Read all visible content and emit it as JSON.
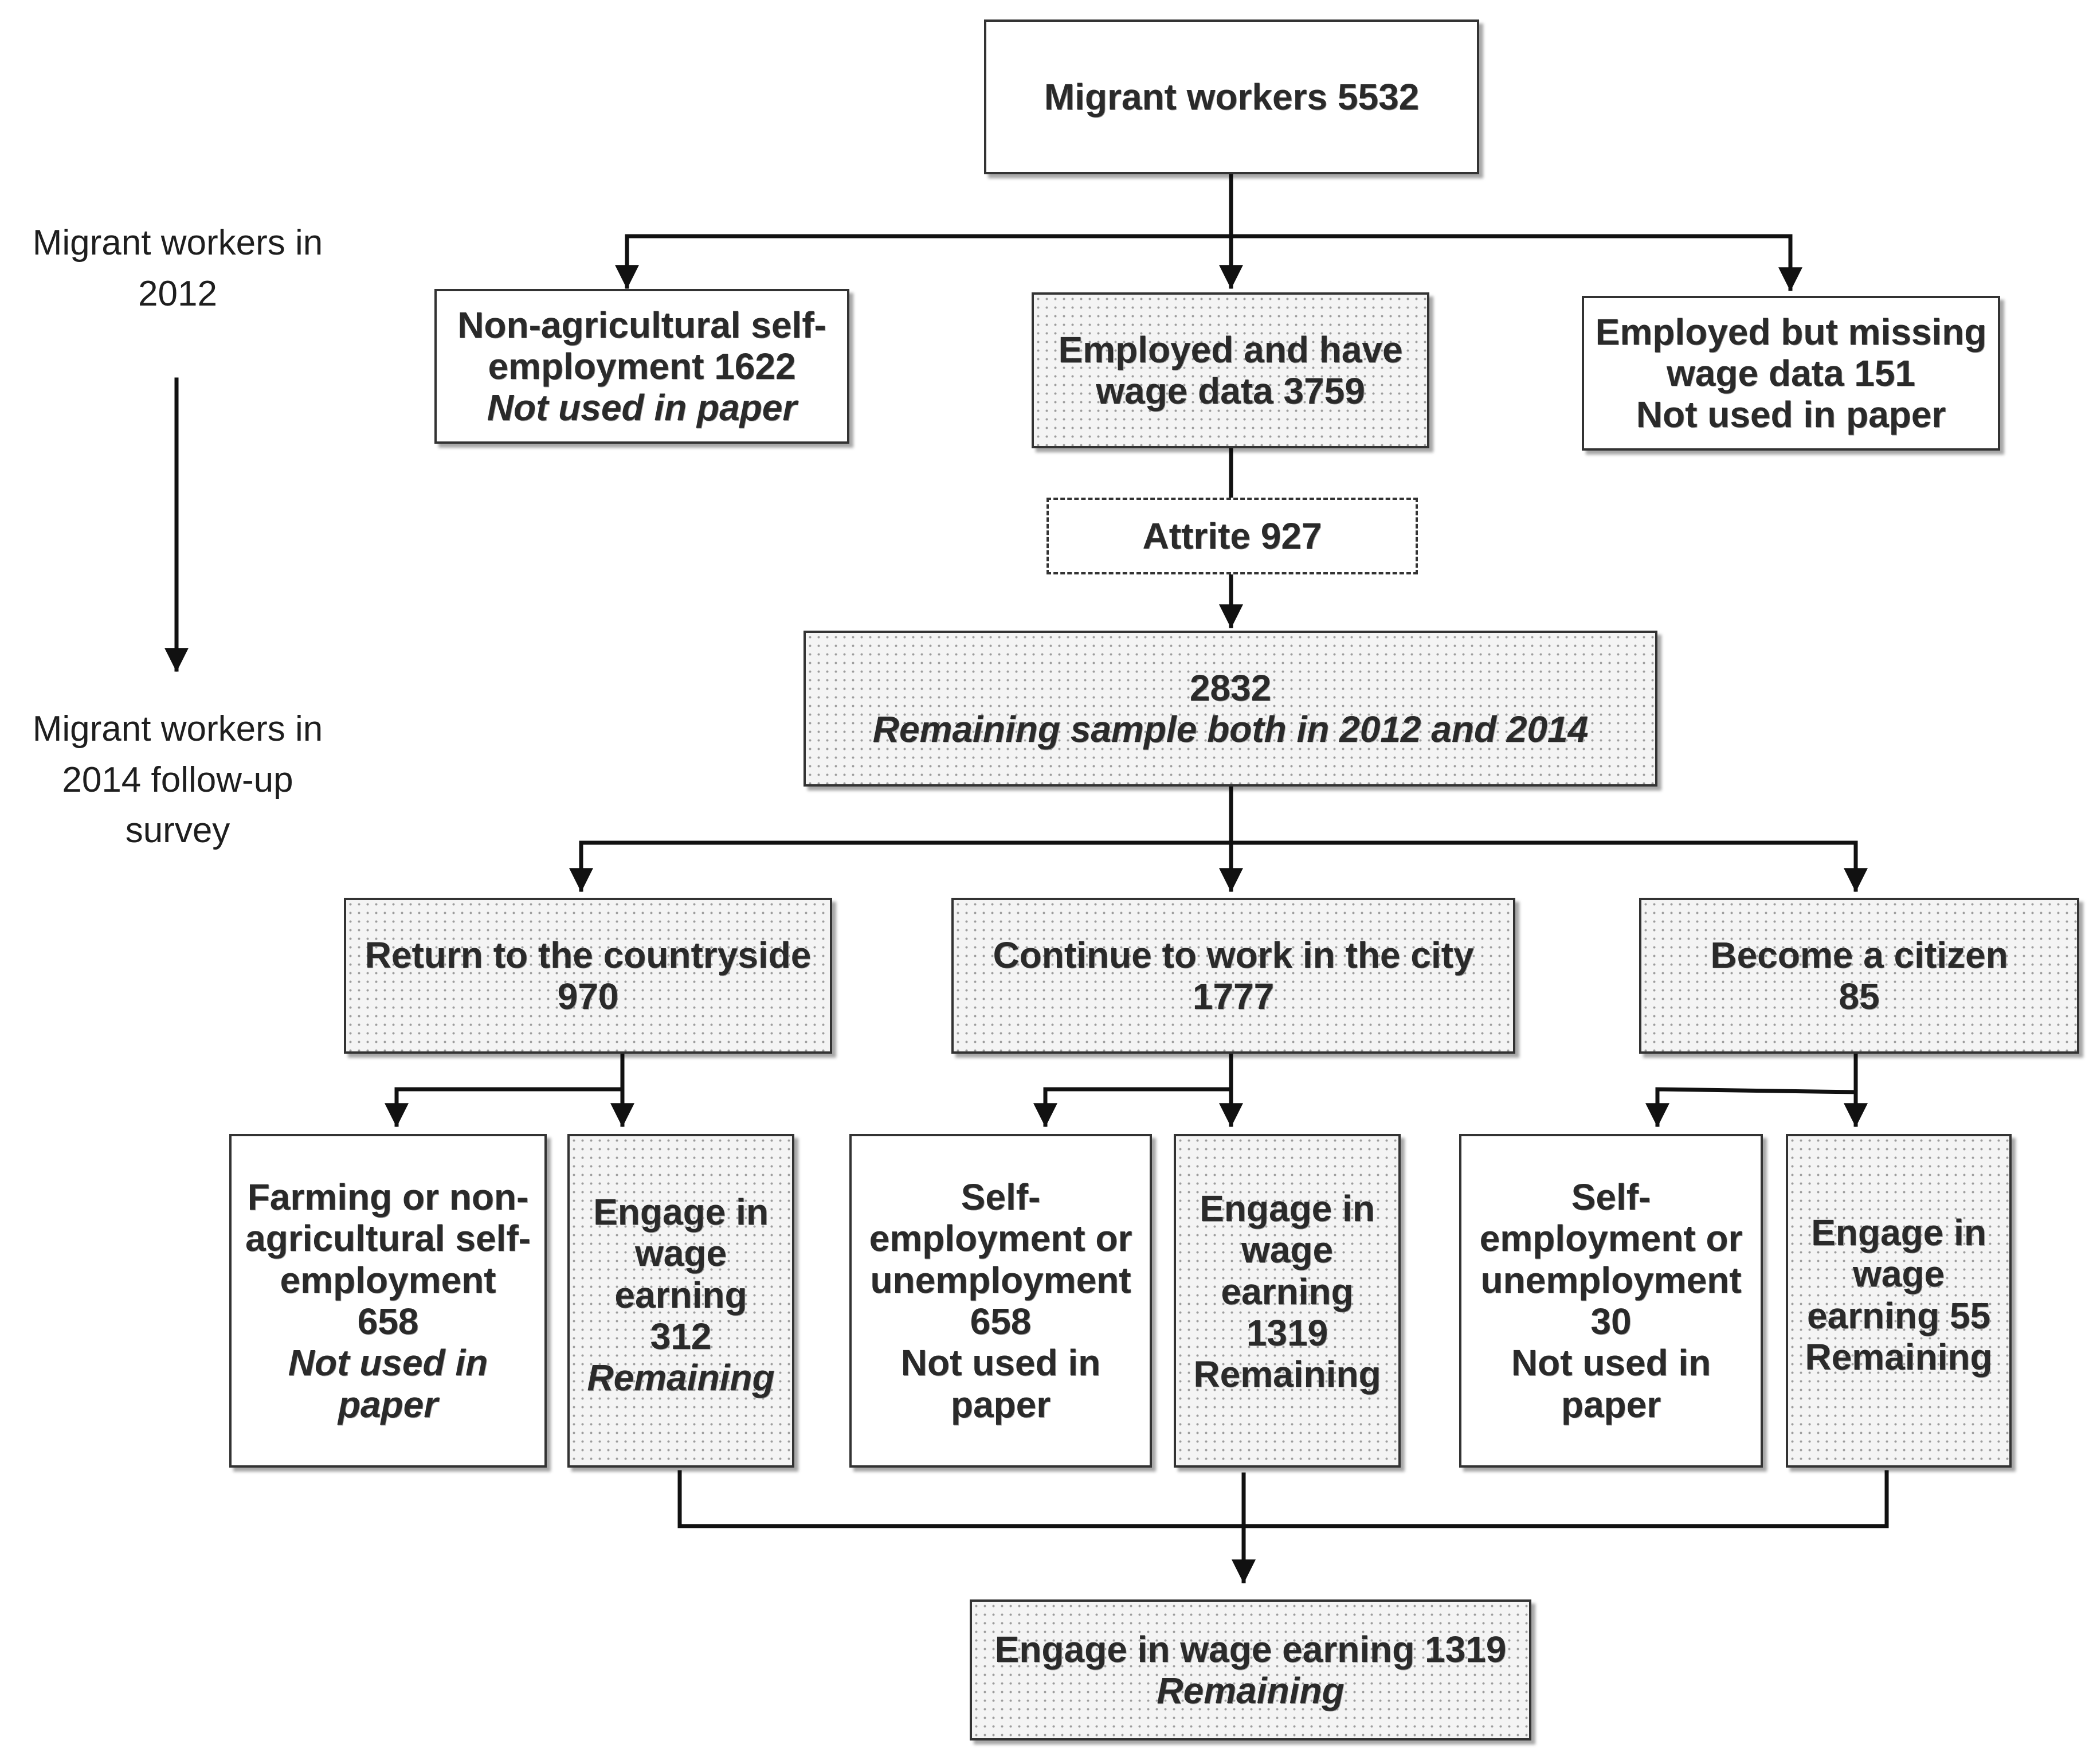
{
  "side_labels": {
    "top": [
      "Migrant workers in",
      "2012"
    ],
    "bottom": [
      "Migrant workers in",
      "2014 follow-up",
      "survey"
    ]
  },
  "nodes": {
    "root": [
      "Migrant workers 5532"
    ],
    "nonag_2012": [
      "Non-agricultural self-",
      "employment 1622",
      "Not used in paper"
    ],
    "employed_wage": [
      "Employed and have",
      "wage data 3759"
    ],
    "missing_wage": [
      "Employed but missing",
      "wage data  151",
      "Not used in paper"
    ],
    "attrite": [
      "Attrite 927"
    ],
    "remaining": [
      "2832",
      "Remaining sample both in 2012 and 2014"
    ],
    "return_country": [
      "Return to the countryside",
      "970"
    ],
    "continue_city": [
      "Continue to work in the city",
      "1777"
    ],
    "citizen": [
      "Become a citizen",
      "85"
    ],
    "farming": [
      "Farming or non-",
      "agricultural self-",
      "employment",
      "658",
      "Not used in",
      "paper"
    ],
    "wage_rural": [
      "Engage in",
      "wage",
      "earning",
      "312",
      "Remaining"
    ],
    "self_city": [
      "Self-",
      "employment or",
      "unemployment",
      "658",
      "Not used in",
      "paper"
    ],
    "wage_city": [
      "Engage in",
      "wage",
      "earning",
      "1319",
      "Remaining"
    ],
    "self_citizen": [
      "Self-",
      "employment or",
      "unemployment",
      "30",
      "Not used in",
      "paper"
    ],
    "wage_citizen": [
      "Engage in",
      "wage",
      "earning 55",
      "Remaining"
    ],
    "final": [
      "Engage in wage earning 1319",
      "Remaining"
    ]
  }
}
